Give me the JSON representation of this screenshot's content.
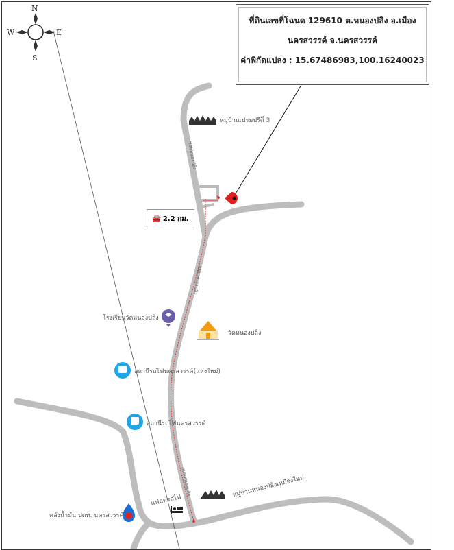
{
  "info_box": {
    "line1": "ที่ดินเลขที่โฉนด 129610 ต.หนองปลิง  อ.เมือง",
    "line2": "นครสวรรค์ จ.นครสวรรค์",
    "line3": "ค่าพิกัดแปลง : 15.67486983,100.16240023"
  },
  "compass": {
    "n": "N",
    "s": "S",
    "e": "E",
    "w": "W"
  },
  "distance": {
    "icon": "car-icon",
    "label": "2.2 กม."
  },
  "places": {
    "village_top": "หมู่บ้านเปรมปรีดิ์ 3",
    "school": "โรงเรียนวัดหนองปลิง",
    "temple": "วัดหนองปลิง",
    "station_new": "สถานีรถไฟนครสวรรค์(แห่งใหม่)",
    "station": "สถานีรถไฟนครสวรรค์",
    "hotel": "แฟลตรถไฟ",
    "village_bottom": "หมู่บ้านหนองปลิงเหมืองใหม่",
    "oil_depot": "คลังน้ำมัน ปตท. นครสวรรค์"
  },
  "roads": {
    "upper": "ซอยหนองปลิง",
    "middle": "ถนนหนองปลิง",
    "lower": "ถนนหนองปลิง"
  },
  "colors": {
    "road": "#bdbdbd",
    "route": "#e03030",
    "pin": "#e32020",
    "train": "#1ea6e8"
  }
}
